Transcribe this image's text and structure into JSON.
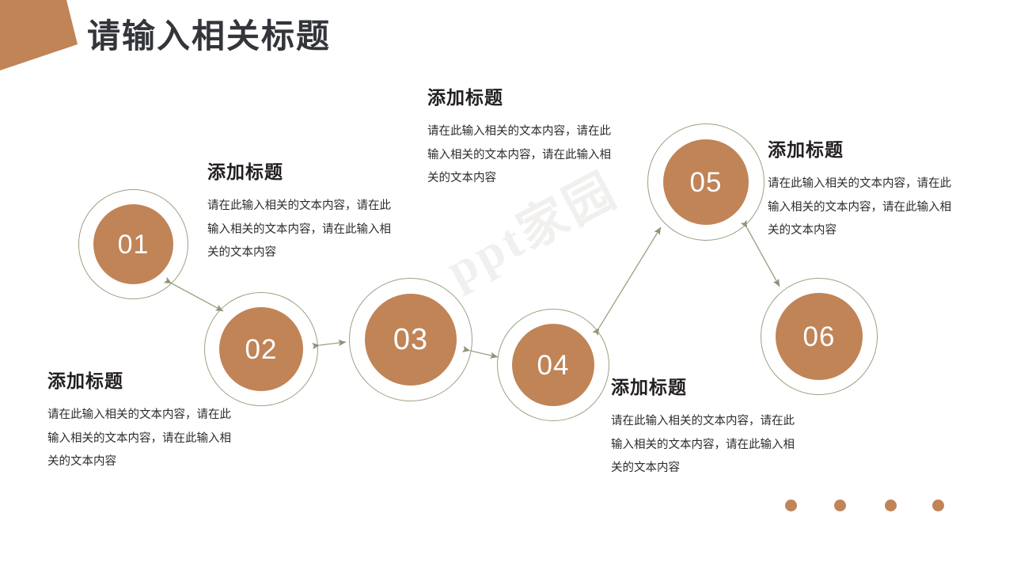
{
  "slide": {
    "title": "请输入相关标题",
    "watermark": "ppt家园",
    "accent_color": "#c08457",
    "ring_color": "#9aa183",
    "title_color": "#33353a"
  },
  "nodes": [
    {
      "id": "01",
      "label": "01"
    },
    {
      "id": "02",
      "label": "02"
    },
    {
      "id": "03",
      "label": "03"
    },
    {
      "id": "04",
      "label": "04"
    },
    {
      "id": "05",
      "label": "05"
    },
    {
      "id": "06",
      "label": "06"
    }
  ],
  "blocks": [
    {
      "heading": "添加标题",
      "lines": [
        "请在此输入相关的文本内容，请在此",
        "输入相关的文本内容，请在此输入相",
        "关的文本内容"
      ]
    },
    {
      "heading": "添加标题",
      "lines": [
        "请在此输入相关的文本内容，请在此",
        "输入相关的文本内容，请在此输入相",
        "关的文本内容"
      ]
    },
    {
      "heading": "添加标题",
      "lines": [
        "请在此输入相关的文本内容，请在此",
        "输入相关的文本内容，请在此输入相",
        "关的文本内容"
      ]
    },
    {
      "heading": "添加标题",
      "lines": [
        "请在此输入相关的文本内容，请在此",
        "输入相关的文本内容，请在此输入相",
        "关的文本内容"
      ]
    },
    {
      "heading": "添加标题",
      "lines": [
        "请在此输入相关的文本内容，请在此",
        "输入相关的文本内容，请在此输入相",
        "关的文本内容"
      ]
    },
    {
      "heading": "添加标题",
      "lines": [
        "请在此输入相关的文本内容，请在此",
        "输入相关的文本内容，请在此输入相",
        "关的文本内容"
      ]
    }
  ],
  "pager": {
    "dot_count": 4,
    "dot_color": "#c08457"
  }
}
